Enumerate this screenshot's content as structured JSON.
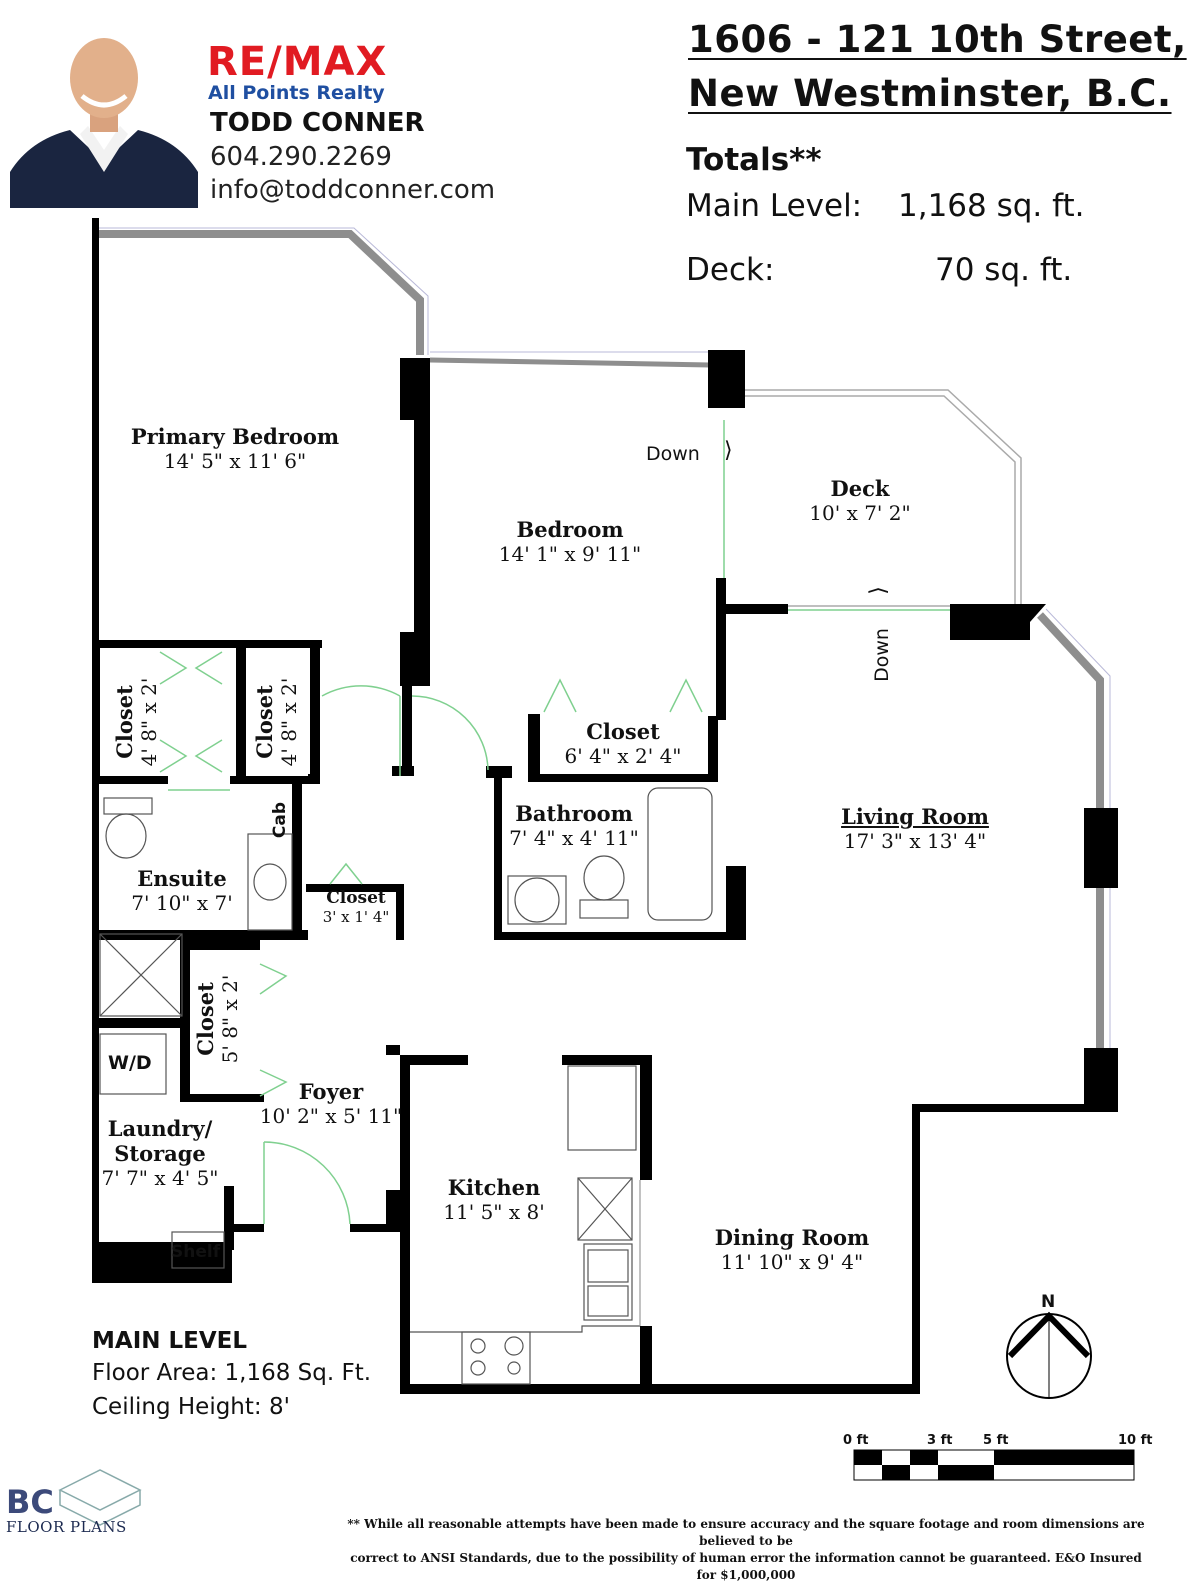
{
  "header": {
    "address_line1": "1606 - 121 10th Street,",
    "address_line2": "New Westminster, B.C.",
    "totals_label": "Totals**",
    "main_level_label": "Main Level:",
    "main_level_value": "1,168 sq. ft.",
    "deck_label": "Deck:",
    "deck_value": "70 sq. ft."
  },
  "agent": {
    "brand_re": "RE",
    "brand_max": "MAX",
    "brokerage": "All Points Realty",
    "name": "TODD CONNER",
    "phone": "604.290.2269",
    "email": "info@toddconner.com"
  },
  "rooms": {
    "primary_bedroom": {
      "name": "Primary Bedroom",
      "dim": "14' 5\" x 11' 6\""
    },
    "bedroom": {
      "name": "Bedroom",
      "dim": "14' 1\" x 9' 11\""
    },
    "deck": {
      "name": "Deck",
      "dim": "10' x 7' 2\""
    },
    "closet_bedroom": {
      "name": "Closet",
      "dim": "6' 4\" x 2' 4\""
    },
    "closet_left_1": {
      "name": "Closet",
      "dim": "4' 8\" x 2'"
    },
    "closet_left_2": {
      "name": "Closet",
      "dim": "4' 8\" x 2'"
    },
    "bathroom": {
      "name": "Bathroom",
      "dim": "7' 4\" x 4' 11\""
    },
    "living_room": {
      "name": "Living Room",
      "dim": "17' 3\" x 13' 4\""
    },
    "ensuite": {
      "name": "Ensuite",
      "dim": "7' 10\" x 7'"
    },
    "closet_small": {
      "name": "Closet",
      "dim": "3' x 1' 4\""
    },
    "closet_foyer": {
      "name": "Closet",
      "dim": "5' 8\" x 2'"
    },
    "foyer": {
      "name": "Foyer",
      "dim": "10' 2\" x 5' 11\""
    },
    "laundry": {
      "name1": "Laundry/",
      "name2": "Storage",
      "dim": "7' 7\" x 4' 5\""
    },
    "kitchen": {
      "name": "Kitchen",
      "dim": "11' 5\" x 8'"
    },
    "dining_room": {
      "name": "Dining Room",
      "dim": "11' 10\" x 9' 4\""
    }
  },
  "labels": {
    "down_1": "Down",
    "down_2": "Down",
    "cab": "Cab",
    "wd": "W/D",
    "shelf": "Shelf",
    "north": "N"
  },
  "footer": {
    "level_title": "MAIN LEVEL",
    "floor_area": "Floor Area: 1,168 Sq. Ft.",
    "ceiling": "Ceiling Height: 8'",
    "scale": [
      "0 ft",
      "3 ft",
      "5 ft",
      "10 ft"
    ],
    "logo_bc": "BC",
    "logo_text": "FLOOR PLANS",
    "disclaimer_1": "** While all reasonable attempts have been made to ensure accuracy and the square footage and room dimensions are believed to be",
    "disclaimer_2": "correct to ANSI Standards, due to the possibility of human error the information cannot be guaranteed. E&O Insured for $1,000,000"
  },
  "colors": {
    "remax_red": "#e11b22",
    "remax_blue": "#1f4fa1",
    "wall": "#000000",
    "window": "#8e8e8e",
    "door": "#7fd08f"
  }
}
